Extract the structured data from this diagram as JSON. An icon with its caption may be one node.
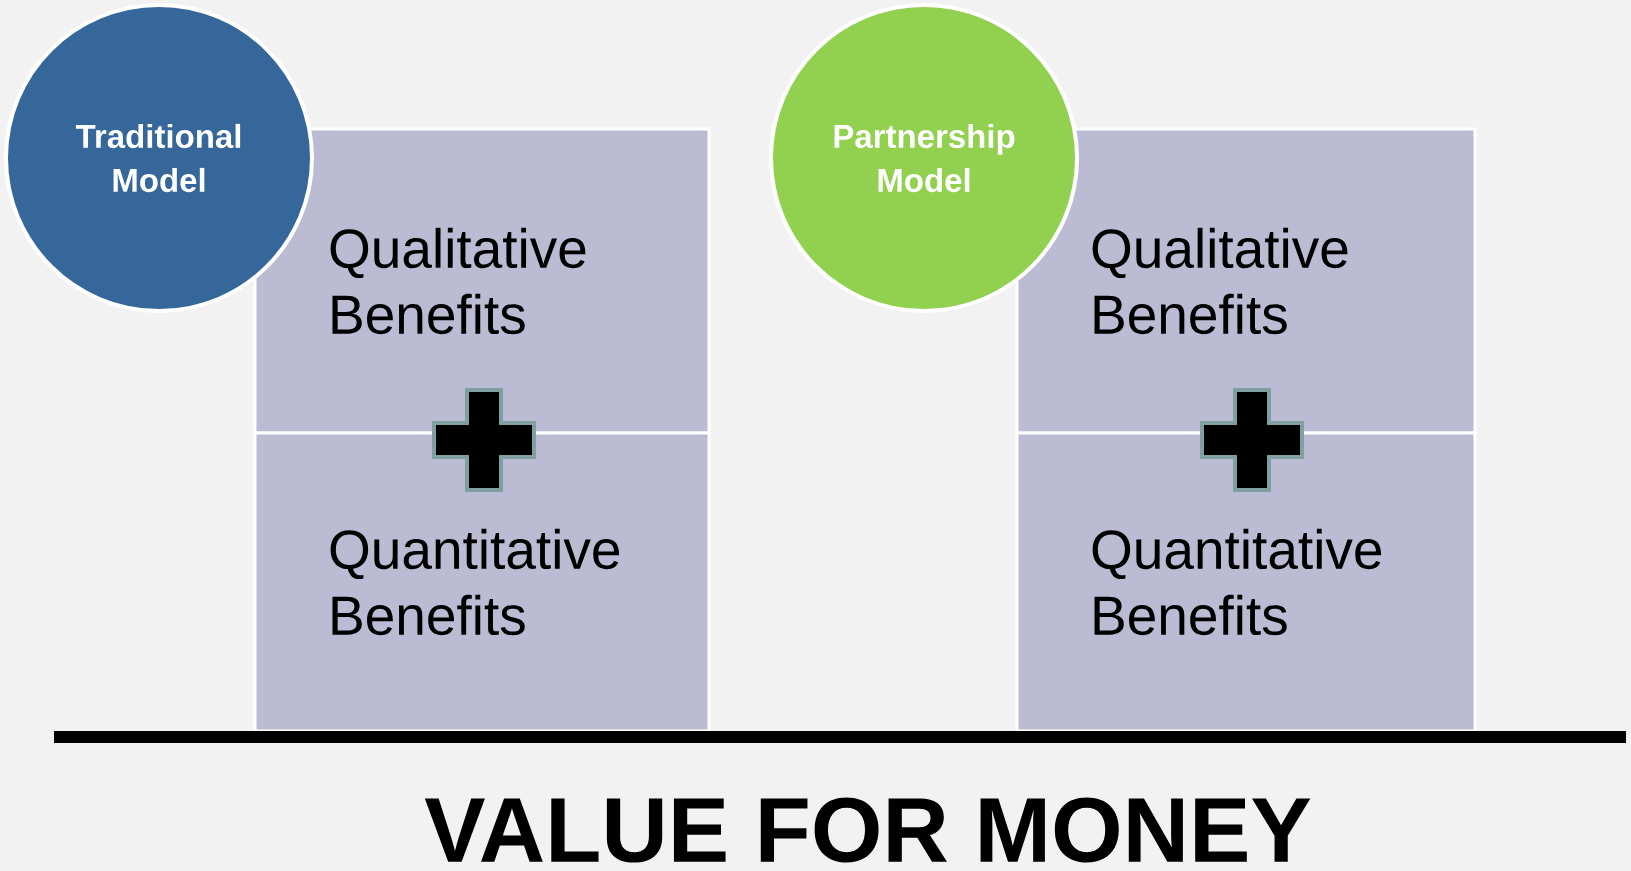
{
  "diagram": {
    "caption": "VALUE FOR MONEY",
    "nodes": [
      {
        "text": [
          "Traditional Model"
        ]
      },
      {
        "text": [
          "Qualitative Benefits"
        ]
      },
      {
        "text": [
          "Quantitative Benefits"
        ]
      },
      {
        "text": [
          "Partnership Model"
        ]
      },
      {
        "text": [
          "Qualitative Benefits"
        ]
      },
      {
        "text": [
          "Quantitative Benefits"
        ]
      },
      {
        "text": [],
        "shape": "plus"
      },
      {
        "text": [],
        "shape": "plus"
      }
    ]
  }
}
